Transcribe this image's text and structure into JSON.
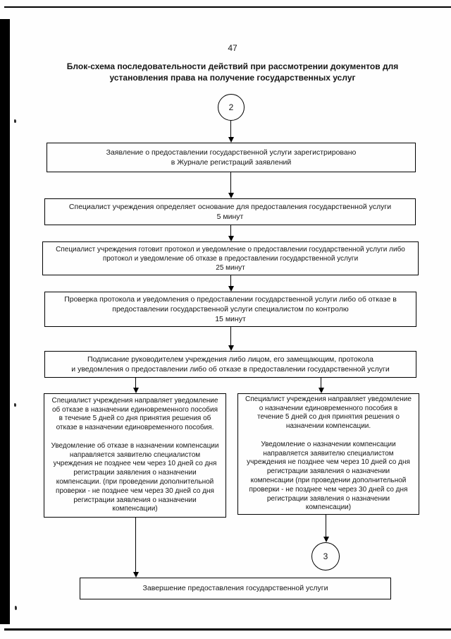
{
  "page": {
    "number": "47",
    "title": "Блок-схема последовательности действий при рассмотрении документов для\nустановления права на получение государственных услуг"
  },
  "flow": {
    "start_connector": "2",
    "end_connector": "3",
    "boxes": {
      "registered": "Заявление о предоставлении государственной услуги зарегистрировано\nв Журнале регистраций заявлений",
      "basis": "Специалист учреждения определяет основание для предоставления государственной услуги\n5 минут",
      "protocol": "Специалист учреждения готовит протокол и уведомление о предоставлении государственной услуги либо\nпротокол и уведомление об отказе в предоставлении государственной услуги\n25 минут",
      "check": "Проверка протокола и уведомления о предоставлении государственной услуги либо об отказе в\nпредоставлении государственной услуги специалистом по контролю\n15 минут",
      "signing": "Подписание руководителем учреждения либо лицом, его замещающим, протокола\nи уведомления о предоставлении либо об отказе в предоставлении государственной услуги",
      "refusal_notice": "Специалист учреждения направляет уведомление\nоб отказе в назначении единовременного пособия\nв течение 5 дней со дня принятия решения об\nотказе в назначении единовременного пособия.\n\nУведомление об отказе в назначении компенсации\nнаправляется заявителю специалистом\nучреждения не позднее чем через 10 дней со дня\nрегистрации заявления о назначении\nкомпенсации. (при проведении дополнительной\nпроверки - не позднее чем через 30 дней со дня\nрегистрации заявления о назначении\nкомпенсации)",
      "approval_notice": "Специалист учреждения направляет уведомление\nо назначении единовременного пособия в\nтечение 5 дней со дня принятия решения о\nназначении компенсации.\n\nУведомление о назначении компенсации\nнаправляется заявителю специалистом\nучреждения не позднее чем через 10 дней со дня\nрегистрации заявления о назначении\nкомпенсации (при проведении дополнительной\nпроверки - не позднее чем через 30 дней со дня\nрегистрации заявления о назначении\nкомпенсации)",
      "completion": "Завершение предоставления государственной услуги"
    }
  }
}
